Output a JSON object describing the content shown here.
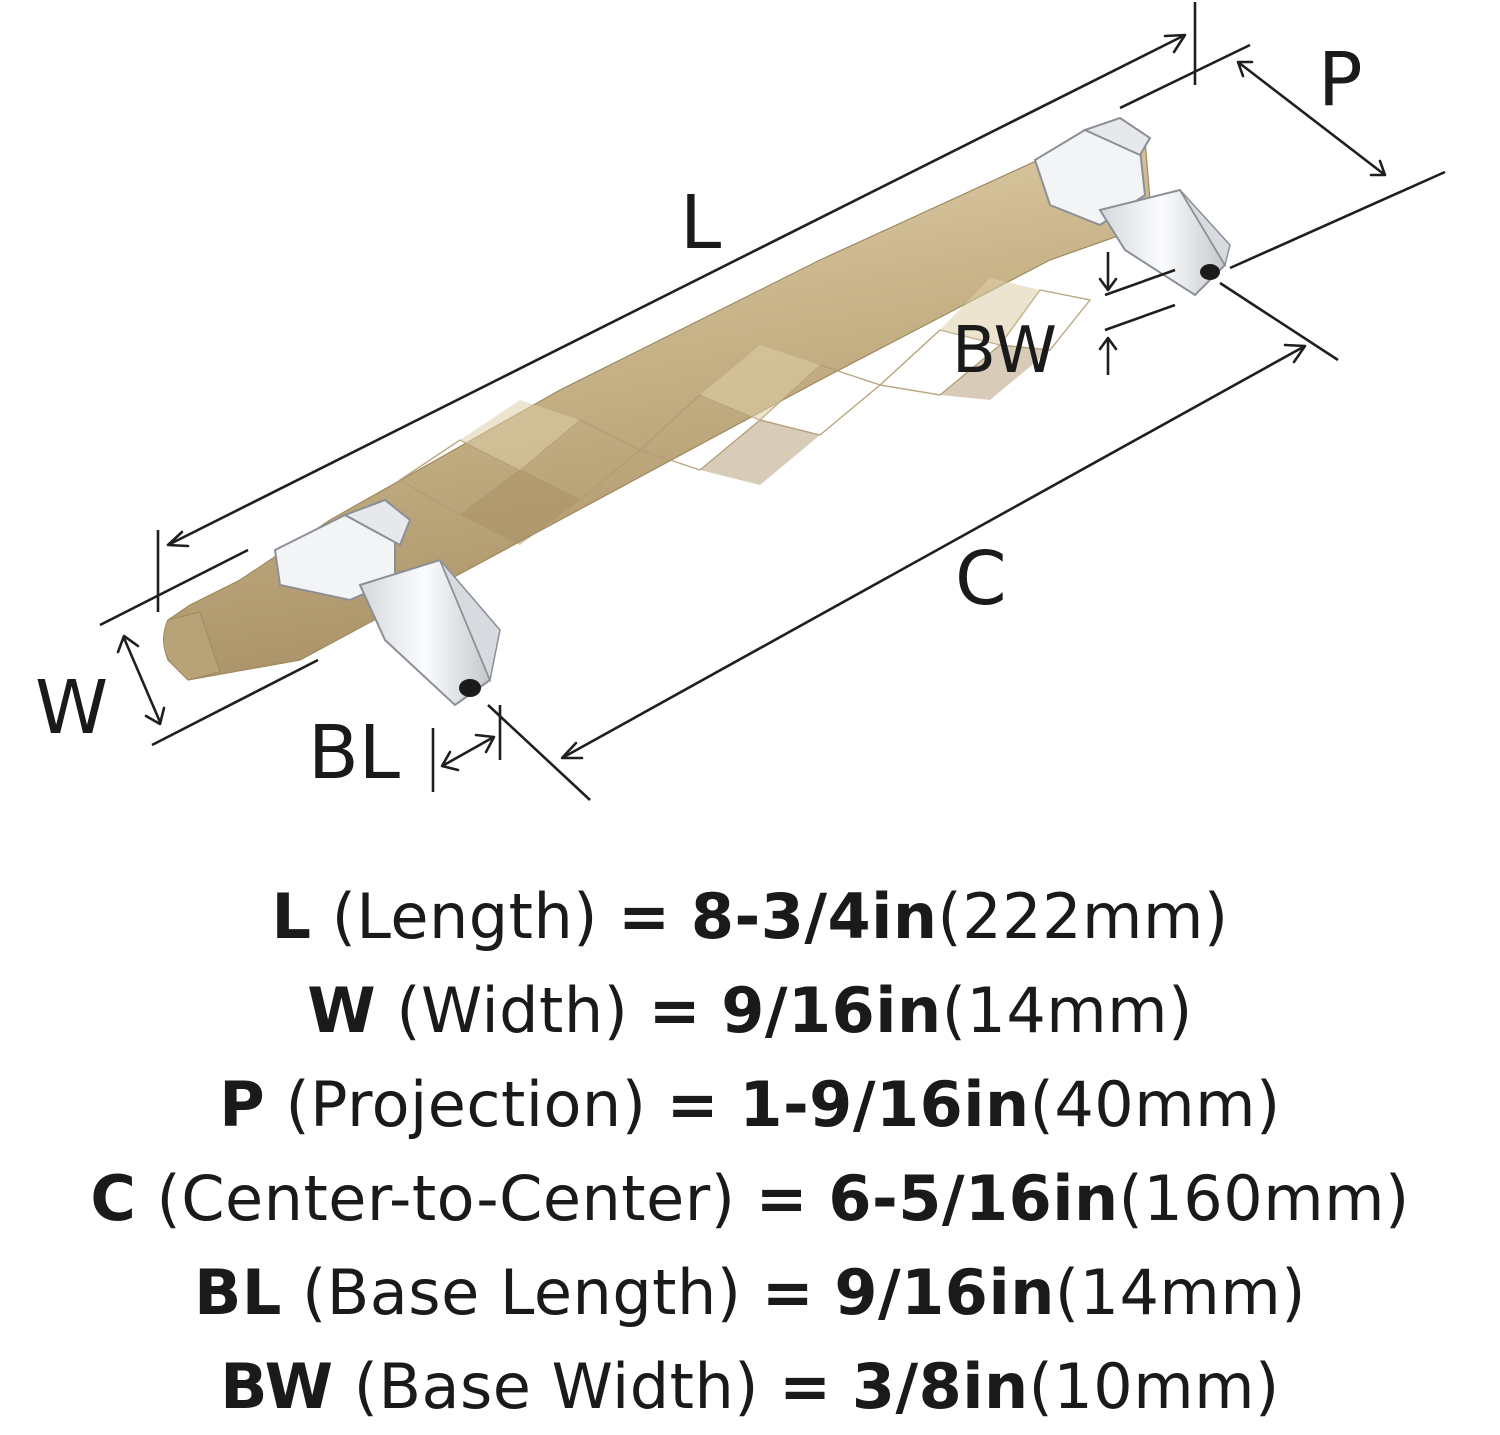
{
  "diagram": {
    "labels": {
      "L": "L",
      "P": "P",
      "BW": "BW",
      "C": "C",
      "W": "W",
      "BL": "BL"
    },
    "colors": {
      "handle": "#c9b58e",
      "handle_dark": "#a8936a",
      "handle_light": "#e3d4b2",
      "post": "#eef0f2",
      "post_shade": "#c3c7cc",
      "line": "#1f1f1f"
    }
  },
  "specs": [
    {
      "key": "L",
      "name": "(Length)",
      "eq": "=",
      "imperial": "8-3/4in",
      "metric": "(222mm)"
    },
    {
      "key": "W",
      "name": "(Width)",
      "eq": "=",
      "imperial": "9/16in",
      "metric": "(14mm)"
    },
    {
      "key": "P",
      "name": "(Projection)",
      "eq": "=",
      "imperial": "1-9/16in",
      "metric": "(40mm)"
    },
    {
      "key": "C",
      "name": "(Center-to-Center)",
      "eq": "=",
      "imperial": "6-5/16in",
      "metric": "(160mm)"
    },
    {
      "key": "BL",
      "name": "(Base Length)",
      "eq": "=",
      "imperial": "9/16in",
      "metric": "(14mm)"
    },
    {
      "key": "BW",
      "name": "(Base Width)",
      "eq": "=",
      "imperial": "3/8in",
      "metric": "(10mm)"
    }
  ]
}
